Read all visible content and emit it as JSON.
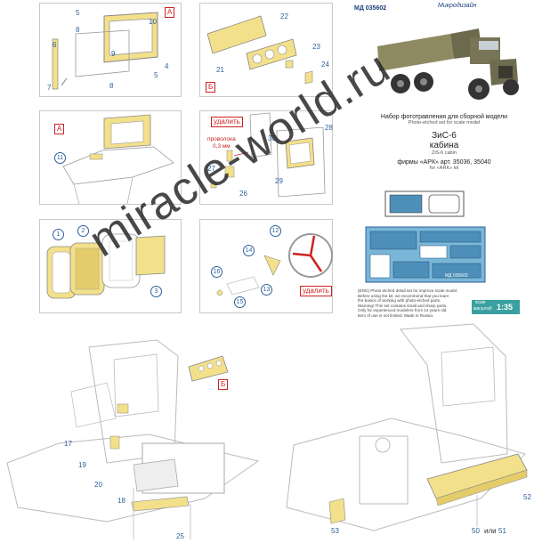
{
  "header": {
    "code": "МД 035602",
    "logo": "Микродизайн"
  },
  "info": {
    "title_ru": "Набор фототравления для сборной модели",
    "title_en": "Photo-etched set for scale model",
    "model": "ЗиС-6",
    "model_part": "кабина",
    "model_en": "ZiS-6 cabin",
    "kit_ref": "фирмы «АРК» арт. 35036, 35040",
    "kit_ref_en": "for «ARK» kit",
    "scale_label_1": "scale",
    "scale_label_2": "масштаб",
    "scale_value": "1:35",
    "fret_code": "МД 035602",
    "warning_lines": [
      "(ENG) Photo etched detail set for improve scale model.",
      "Before using the kit, we recommend that you learn",
      "the basics of working with photo-etched parts.",
      "Warning! This set contains small and sharp parts.",
      "Only for experienced modelers from 14 years old.",
      "Item of use is not limited. Made in Russia."
    ]
  },
  "panel_labels": {
    "a": "А",
    "b": "Б",
    "a2": "А",
    "b_bottom": "Б"
  },
  "notes": {
    "remove_1": "удалить",
    "wire_1": "проволока",
    "wire_2": "0,3 мм",
    "remove_2": "удалить",
    "or_text": "или"
  },
  "part_numbers": {
    "p1": [
      "5",
      "8",
      "10",
      "6",
      "9",
      "4",
      "5",
      "7",
      "8"
    ],
    "p2": [
      "22",
      "21",
      "23",
      "24"
    ],
    "p3": [
      "11"
    ],
    "p4": [
      "30",
      "28",
      "27",
      "26",
      "29"
    ],
    "p5": [
      "1",
      "2",
      "3"
    ],
    "p6": [
      "12",
      "14",
      "16",
      "13",
      "15"
    ],
    "bottom": [
      "17",
      "19",
      "20",
      "18",
      "25",
      "53",
      "50",
      "51",
      "52"
    ]
  },
  "watermark": "miracle-world.ru",
  "colors": {
    "pe_yellow": "#f3e08a",
    "accent_blue": "#2d5f9a",
    "red": "#c22",
    "scale_teal": "#3aa0a0"
  }
}
